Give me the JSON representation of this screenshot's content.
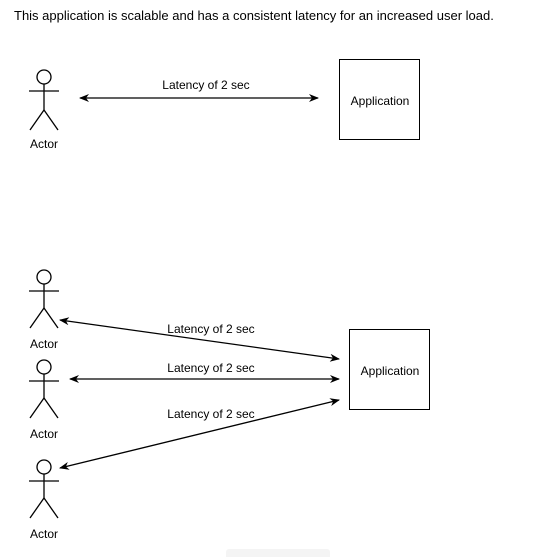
{
  "caption": "This application is scalable and has a consistent latency for an increased user load.",
  "top_diagram": {
    "actor_label": "Actor",
    "arrow_label": "Latency of 2 sec",
    "app_label": "Application"
  },
  "bottom_diagram": {
    "actors": [
      {
        "label": "Actor",
        "arrow_label": "Latency of 2 sec"
      },
      {
        "label": "Actor",
        "arrow_label": "Latency of 2 sec"
      },
      {
        "label": "Actor",
        "arrow_label": "Latency of 2 sec"
      }
    ],
    "app_label": "Application"
  }
}
